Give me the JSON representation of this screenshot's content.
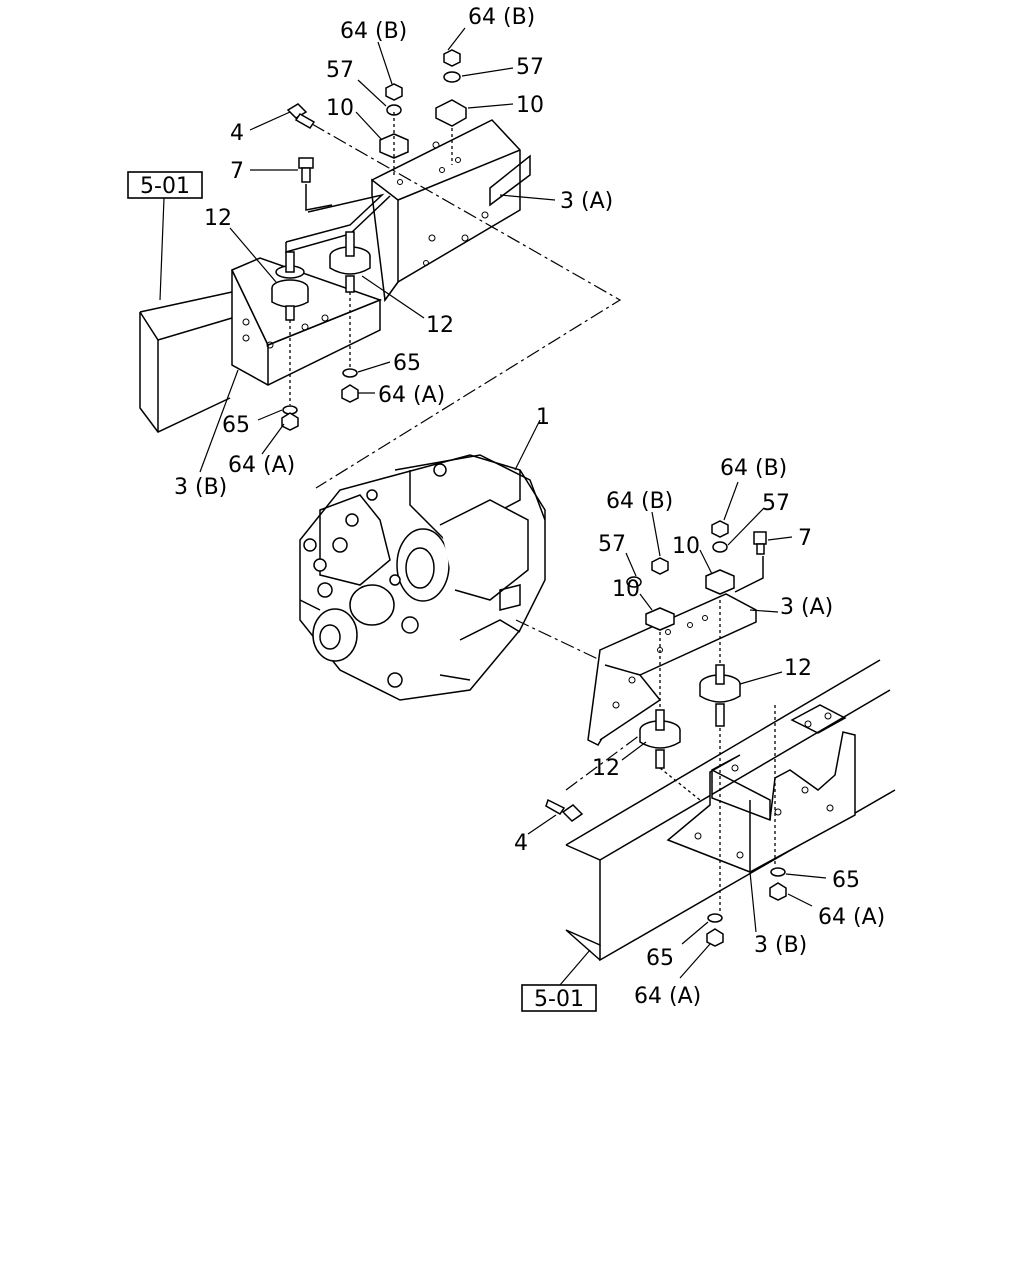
{
  "diagram": {
    "labels": {
      "top_64b_left": "64 (B)",
      "top_64b_right": "64 (B)",
      "top_57_left": "57",
      "top_57_right": "57",
      "top_10_left": "10",
      "top_10_right": "10",
      "top_4": "4",
      "top_7": "7",
      "top_3a": "3 (A)",
      "top_12_left": "12",
      "top_12_right": "12",
      "top_65_right": "65",
      "top_64a_right": "64 (A)",
      "top_65_left": "65",
      "top_64a_left": "64 (A)",
      "top_3b": "3 (B)",
      "part_1": "1",
      "bot_64b_right": "64 (B)",
      "bot_64b_left": "64 (B)",
      "bot_57_right": "57",
      "bot_57_left": "57",
      "bot_10_right": "10",
      "bot_10_left": "10",
      "bot_7": "7",
      "bot_3a": "3 (A)",
      "bot_12_right": "12",
      "bot_12_left": "12",
      "bot_4": "4",
      "bot_65_right": "65",
      "bot_64a_right": "64 (A)",
      "bot_3b": "3 (B)",
      "bot_65_left": "65",
      "bot_64a_left": "64 (A)"
    },
    "refs": {
      "top_ref": "5-01",
      "bottom_ref": "5-01"
    }
  }
}
